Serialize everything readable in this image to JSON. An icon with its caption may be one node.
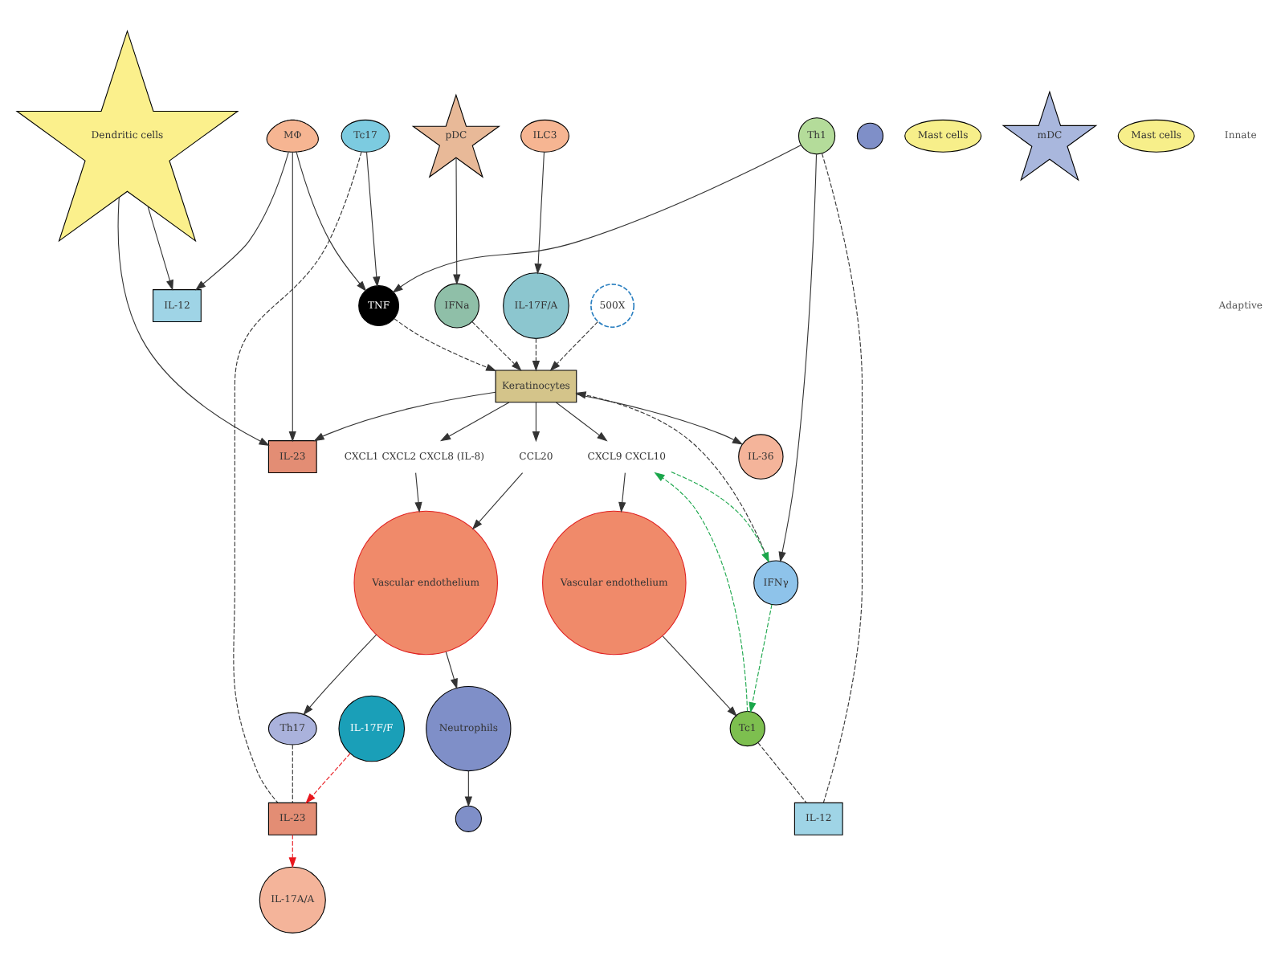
{
  "diagram": {
    "nodes": [
      {
        "text": [
          "Neutrophils"
        ]
      },
      {
        "text": [],
        "shape": "circle"
      },
      {
        "text": [],
        "shape": "circle"
      },
      {
        "text": [
          "CXCL1 CXCL2 CXCL8 (IL-8)"
        ]
      },
      {
        "text": [
          "Keratinocytes"
        ]
      },
      {
        "text": [
          "IL-36"
        ]
      },
      {
        "text": [
          "CCL20"
        ]
      },
      {
        "text": [
          "Mast cells"
        ]
      },
      {
        "text": [
          "Vascular endothelium"
        ]
      },
      {
        "text": [
          "IL-17F/F"
        ]
      },
      {
        "text": [
          "IL-17F/A"
        ]
      },
      {
        "text": [
          "IL-17A/A"
        ]
      },
      {
        "text": [
          "ILC3"
        ]
      },
      {
        "text": [
          "Th17"
        ]
      },
      {
        "text": [
          "Tc17"
        ]
      },
      {
        "text": [
          "TNF"
        ]
      },
      {
        "text": [
          "mDC"
        ]
      },
      {
        "text": [
          "MΦ"
        ]
      },
      {
        "text": [
          "IL-23"
        ]
      },
      {
        "text": [
          "IL-23"
        ]
      },
      {
        "text": [
          "Dendritic cells"
        ]
      },
      {
        "text": [
          "IFNγ"
        ]
      },
      {
        "text": [
          "IFNa"
        ]
      },
      {
        "text": [
          "pDC"
        ]
      },
      {
        "text": [
          "Th1"
        ]
      },
      {
        "text": [
          "Tc1"
        ]
      },
      {
        "text": [
          "IL-12"
        ]
      },
      {
        "text": [
          "IL-12"
        ]
      },
      {
        "text": [
          "CXCL9 CXCL10"
        ]
      },
      {
        "text": [
          "Mast cells"
        ]
      },
      {
        "text": [
          "Vascular endothelium"
        ]
      },
      {
        "text": [
          "500X"
        ]
      }
    ],
    "edges": [
      {
        "from": 0,
        "to": 1,
        "arrow": "to"
      },
      {
        "from": 4,
        "to": 3,
        "arrow": "to"
      },
      {
        "from": 4,
        "to": 6,
        "arrow": "to"
      },
      {
        "from": 4,
        "to": 5,
        "arrow": "to"
      },
      {
        "from": 4,
        "to": 28,
        "arrow": "to"
      },
      {
        "from": 31,
        "to": 4,
        "arrow": "to",
        "style": "dashed"
      },
      {
        "from": 3,
        "to": 8,
        "arrow": "to"
      },
      {
        "from": 6,
        "to": 8,
        "arrow": "to"
      },
      {
        "from": 8,
        "to": 0,
        "arrow": "to"
      },
      {
        "from": 8,
        "to": 13,
        "arrow": "to"
      },
      {
        "from": 4,
        "to": 19,
        "arrow": "to"
      },
      {
        "from": 10,
        "to": 4,
        "arrow": "to",
        "style": "dashed"
      },
      {
        "from": 15,
        "to": 4,
        "arrow": "to",
        "style": "dashed"
      },
      {
        "from": 21,
        "to": 4,
        "arrow": "to",
        "style": "dashed"
      },
      {
        "from": 22,
        "to": 4,
        "arrow": "to",
        "style": "dashed"
      },
      {
        "from": 12,
        "to": 10,
        "arrow": "to"
      },
      {
        "from": 14,
        "to": 15,
        "arrow": "to"
      },
      {
        "from": 17,
        "to": 15,
        "arrow": "to"
      },
      {
        "from": 24,
        "to": 15,
        "arrow": "to"
      },
      {
        "from": 24,
        "to": 21,
        "arrow": "to"
      },
      {
        "from": 23,
        "to": 22,
        "arrow": "to"
      },
      {
        "from": 28,
        "to": 30,
        "arrow": "to"
      },
      {
        "from": 30,
        "to": 25,
        "arrow": "to"
      },
      {
        "from": 13,
        "to": 18,
        "arrow": "none",
        "style": "dashed"
      },
      {
        "from": 14,
        "to": 18,
        "arrow": "none",
        "style": "dashed"
      },
      {
        "from": 24,
        "to": 26,
        "arrow": "none",
        "style": "dashed"
      },
      {
        "from": 25,
        "to": 26,
        "arrow": "none",
        "style": "dashed"
      },
      {
        "from": 17,
        "to": 19,
        "arrow": "to"
      },
      {
        "from": 17,
        "to": 27,
        "arrow": "to"
      },
      {
        "from": 20,
        "to": 19,
        "arrow": "to"
      },
      {
        "from": 20,
        "to": 27,
        "arrow": "to"
      },
      {
        "from": 9,
        "to": 18,
        "arrow": "to",
        "style": "dashed",
        "color": "#e8171d"
      },
      {
        "from": 18,
        "to": 11,
        "arrow": "to",
        "style": "dashed",
        "color": "#e8171d"
      },
      {
        "from": 21,
        "to": 25,
        "arrow": "to",
        "style": "dashed",
        "color": "#1aa64a"
      },
      {
        "from": 25,
        "to": 28,
        "arrow": "to",
        "style": "dashed",
        "color": "#1aa64a"
      },
      {
        "from": 28,
        "to": 21,
        "arrow": "to",
        "style": "dashed",
        "color": "#1aa64a"
      }
    ],
    "labels": [
      "Innate",
      "Adaptive"
    ]
  }
}
